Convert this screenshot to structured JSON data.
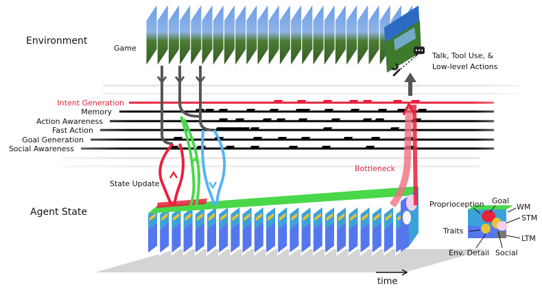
{
  "sections": {
    "environment": "Environment",
    "agent_state": "Agent State"
  },
  "labels": {
    "game": "Game",
    "actions": "Talk, Tool Use, &\nLow-level Actions",
    "bottleneck": "Bottleneck",
    "state_update": "State Update",
    "time": "time"
  },
  "tracks": [
    {
      "name": "Intent Generation",
      "color": "#e8213b"
    },
    {
      "name": "Memory",
      "color": "#000000"
    },
    {
      "name": "Action Awareness",
      "color": "#000000"
    },
    {
      "name": "Fast Action",
      "color": "#000000"
    },
    {
      "name": "Goal Generation",
      "color": "#000000"
    },
    {
      "name": "Social Awareness",
      "color": "#000000"
    }
  ],
  "legend": {
    "proprioception": "Proprioception",
    "goal": "Goal",
    "wm": "WM",
    "stm": "STM",
    "traits": "Traits",
    "ltm": "LTM",
    "env_detail": "Env. Detail",
    "social": "Social"
  },
  "colors": {
    "intent": "#e8213b",
    "bottleneck": "#e8213b",
    "green": "#4ad84a",
    "blue": "#55b4f2",
    "gray_arrow": "#555555",
    "agent_blue": "#5577ee",
    "agent_teal": "#3aa2d8",
    "env_sky": "#5e96e8",
    "env_grass": "#3f6f2c"
  }
}
